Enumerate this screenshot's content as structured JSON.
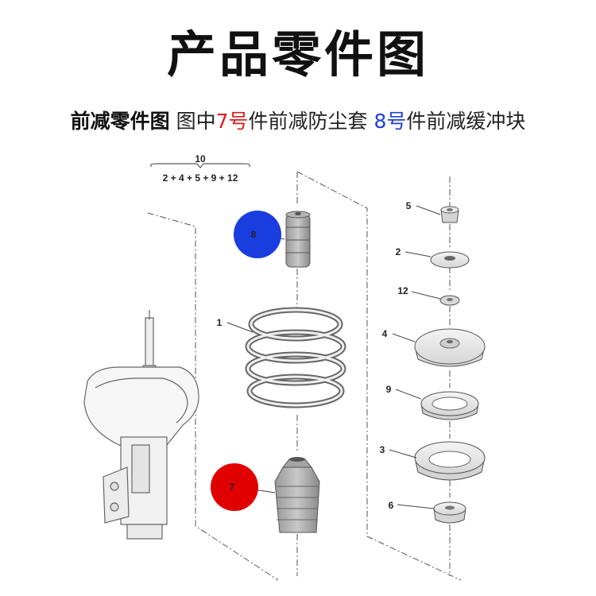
{
  "header": {
    "title": "产品零件图"
  },
  "subtitle": {
    "lead": "前减零件图",
    "part1": " 图中",
    "num7": "7号",
    "part2": "件前减防尘套 ",
    "num8": "8号",
    "part3": "件前减缓冲块"
  },
  "diagram": {
    "group_label": "10",
    "group_formula": "2 + 4 + 5 + 9 + 12",
    "callouts": {
      "c1": "1",
      "c2": "2",
      "c3": "3",
      "c4": "4",
      "c5": "5",
      "c6": "6",
      "c7": "7",
      "c8": "8",
      "c9": "9",
      "c12": "12"
    },
    "colors": {
      "highlight_red": "#e00000",
      "highlight_blue": "#1a3de0",
      "line": "#555555",
      "part_fill": "#e6e6e6"
    }
  }
}
